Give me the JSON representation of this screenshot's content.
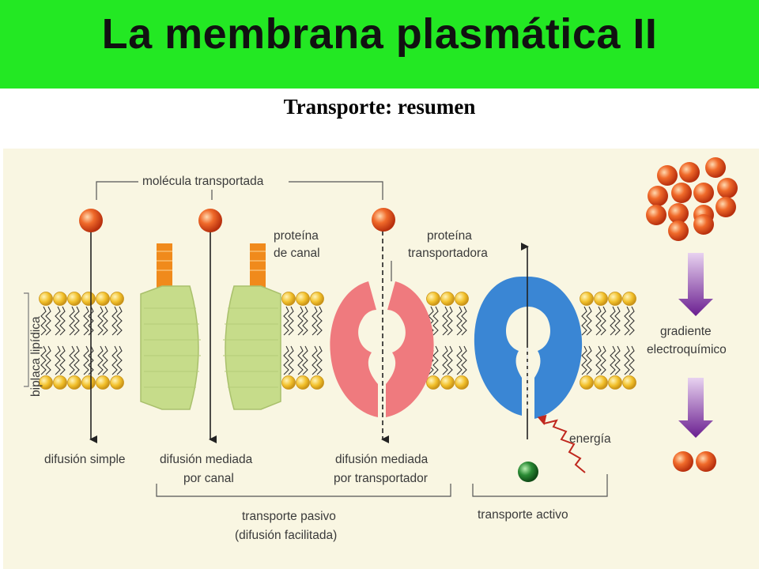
{
  "header": {
    "title": "La membrana plasmática II",
    "subtitle": "Transporte: resumen",
    "banner_color": "#23e823"
  },
  "diagram": {
    "labels": {
      "molecule": "molécula transportada",
      "channel_line1": "proteína",
      "channel_line2": "de canal",
      "carrier_line1": "proteína",
      "carrier_line2": "transportadora",
      "bilayer": "biplaca lipídica",
      "gradient_line1": "gradiente",
      "gradient_line2": "electroquímico",
      "energy": "energía",
      "simple_diffusion": "difusión simple",
      "channel_diff_line1": "difusión mediada",
      "channel_diff_line2": "por canal",
      "carrier_diff_line1": "difusión mediada",
      "carrier_diff_line2": "por transportador",
      "passive_line1": "transporte pasivo",
      "passive_line2": "(difusión facilitada)",
      "active": "transporte activo"
    },
    "colors": {
      "background": "#f9f6e2",
      "lipid_head": "#f2c02a",
      "channel_protein": "#c6dc8a",
      "channel_gate": "#f08a1c",
      "carrier_protein": "#ef7a7e",
      "active_pump": "#3a86d4",
      "molecule": "#e0461c",
      "atp_sphere": "#1f7a2a",
      "gradient_arrow": "#7a2c9c",
      "energy_arrow": "#c0281e"
    }
  }
}
